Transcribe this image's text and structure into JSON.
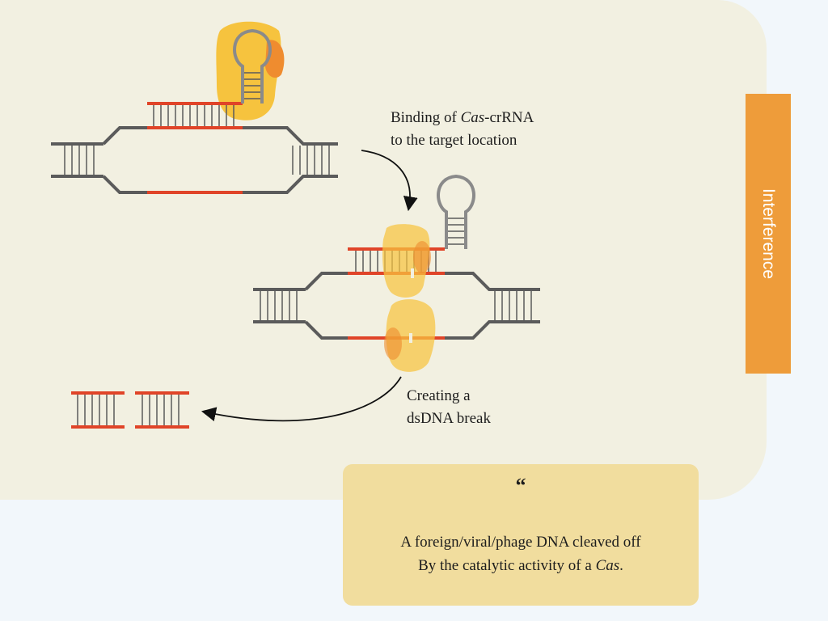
{
  "captions": {
    "binding": {
      "prefix": "Binding of ",
      "italic": "Cas",
      "suffix": "-crRNA",
      "line2": "to the target location"
    },
    "break": {
      "line1": "Creating a",
      "line2": "dsDNA break"
    }
  },
  "side_tab": {
    "label": "Interference"
  },
  "quote": {
    "mark": "“",
    "line1": "A foreign/viral/phage DNA cleaved off",
    "line2_prefix": "By the catalytic activity of a ",
    "line2_italic": "Cas",
    "line2_suffix": "."
  },
  "colors": {
    "dna_strand": "#5b5b5b",
    "target_strand": "#e04428",
    "rungs": "#5b5b5b",
    "cas_protein": "#f6c33e",
    "cas_accent": "#ef8c2f",
    "crrna_loop": "#8a8a8a",
    "tab": "#ee9c3a",
    "quote_box": "#f1dd9e"
  }
}
